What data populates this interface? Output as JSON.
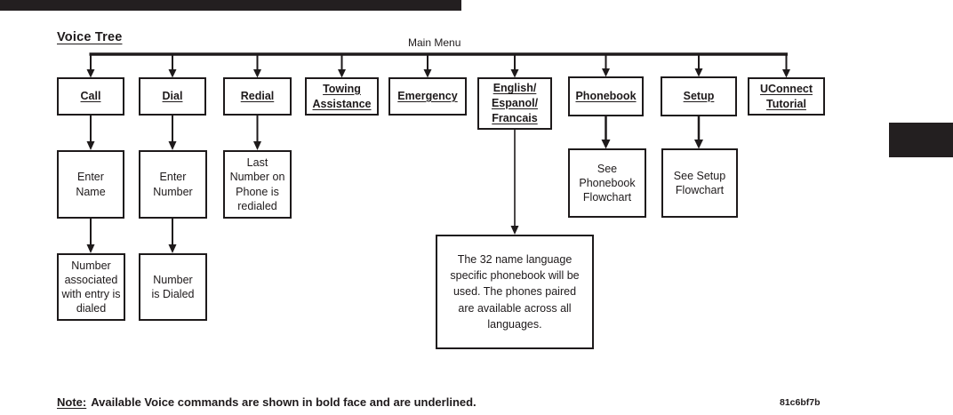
{
  "header": {
    "title": "Voice Tree",
    "root_label": "Main Menu"
  },
  "colors": {
    "ink": "#1e1a1b",
    "bar": "#231f20",
    "background": "#ffffff"
  },
  "menu_boxes": {
    "call": "Call",
    "dial": "Dial",
    "redial": "Redial",
    "towing": "Towing Assistance",
    "emergency": "Emergency",
    "language": "English/ Espanol/ Francais",
    "phonebook": "Phonebook",
    "setup": "Setup",
    "uconnect": "UConnect Tutorial"
  },
  "result_boxes": {
    "enter_name": "Enter Name",
    "enter_number": "Enter Number",
    "last_number": "Last Number on Phone is redialed",
    "name_dialed": "Number associated with entry is dialed",
    "number_dialed": "Number is Dialed",
    "see_phonebook": "See Phonebook Flowchart",
    "see_setup": "See Setup Flowchart",
    "language_info": "The 32 name language specific phonebook will be used. The phones paired are available across all languages."
  },
  "footer": {
    "note_prefix": "Note:",
    "note_text": "Available Voice commands are shown in bold face and are underlined.",
    "figure_id": "81c6bf7b"
  }
}
